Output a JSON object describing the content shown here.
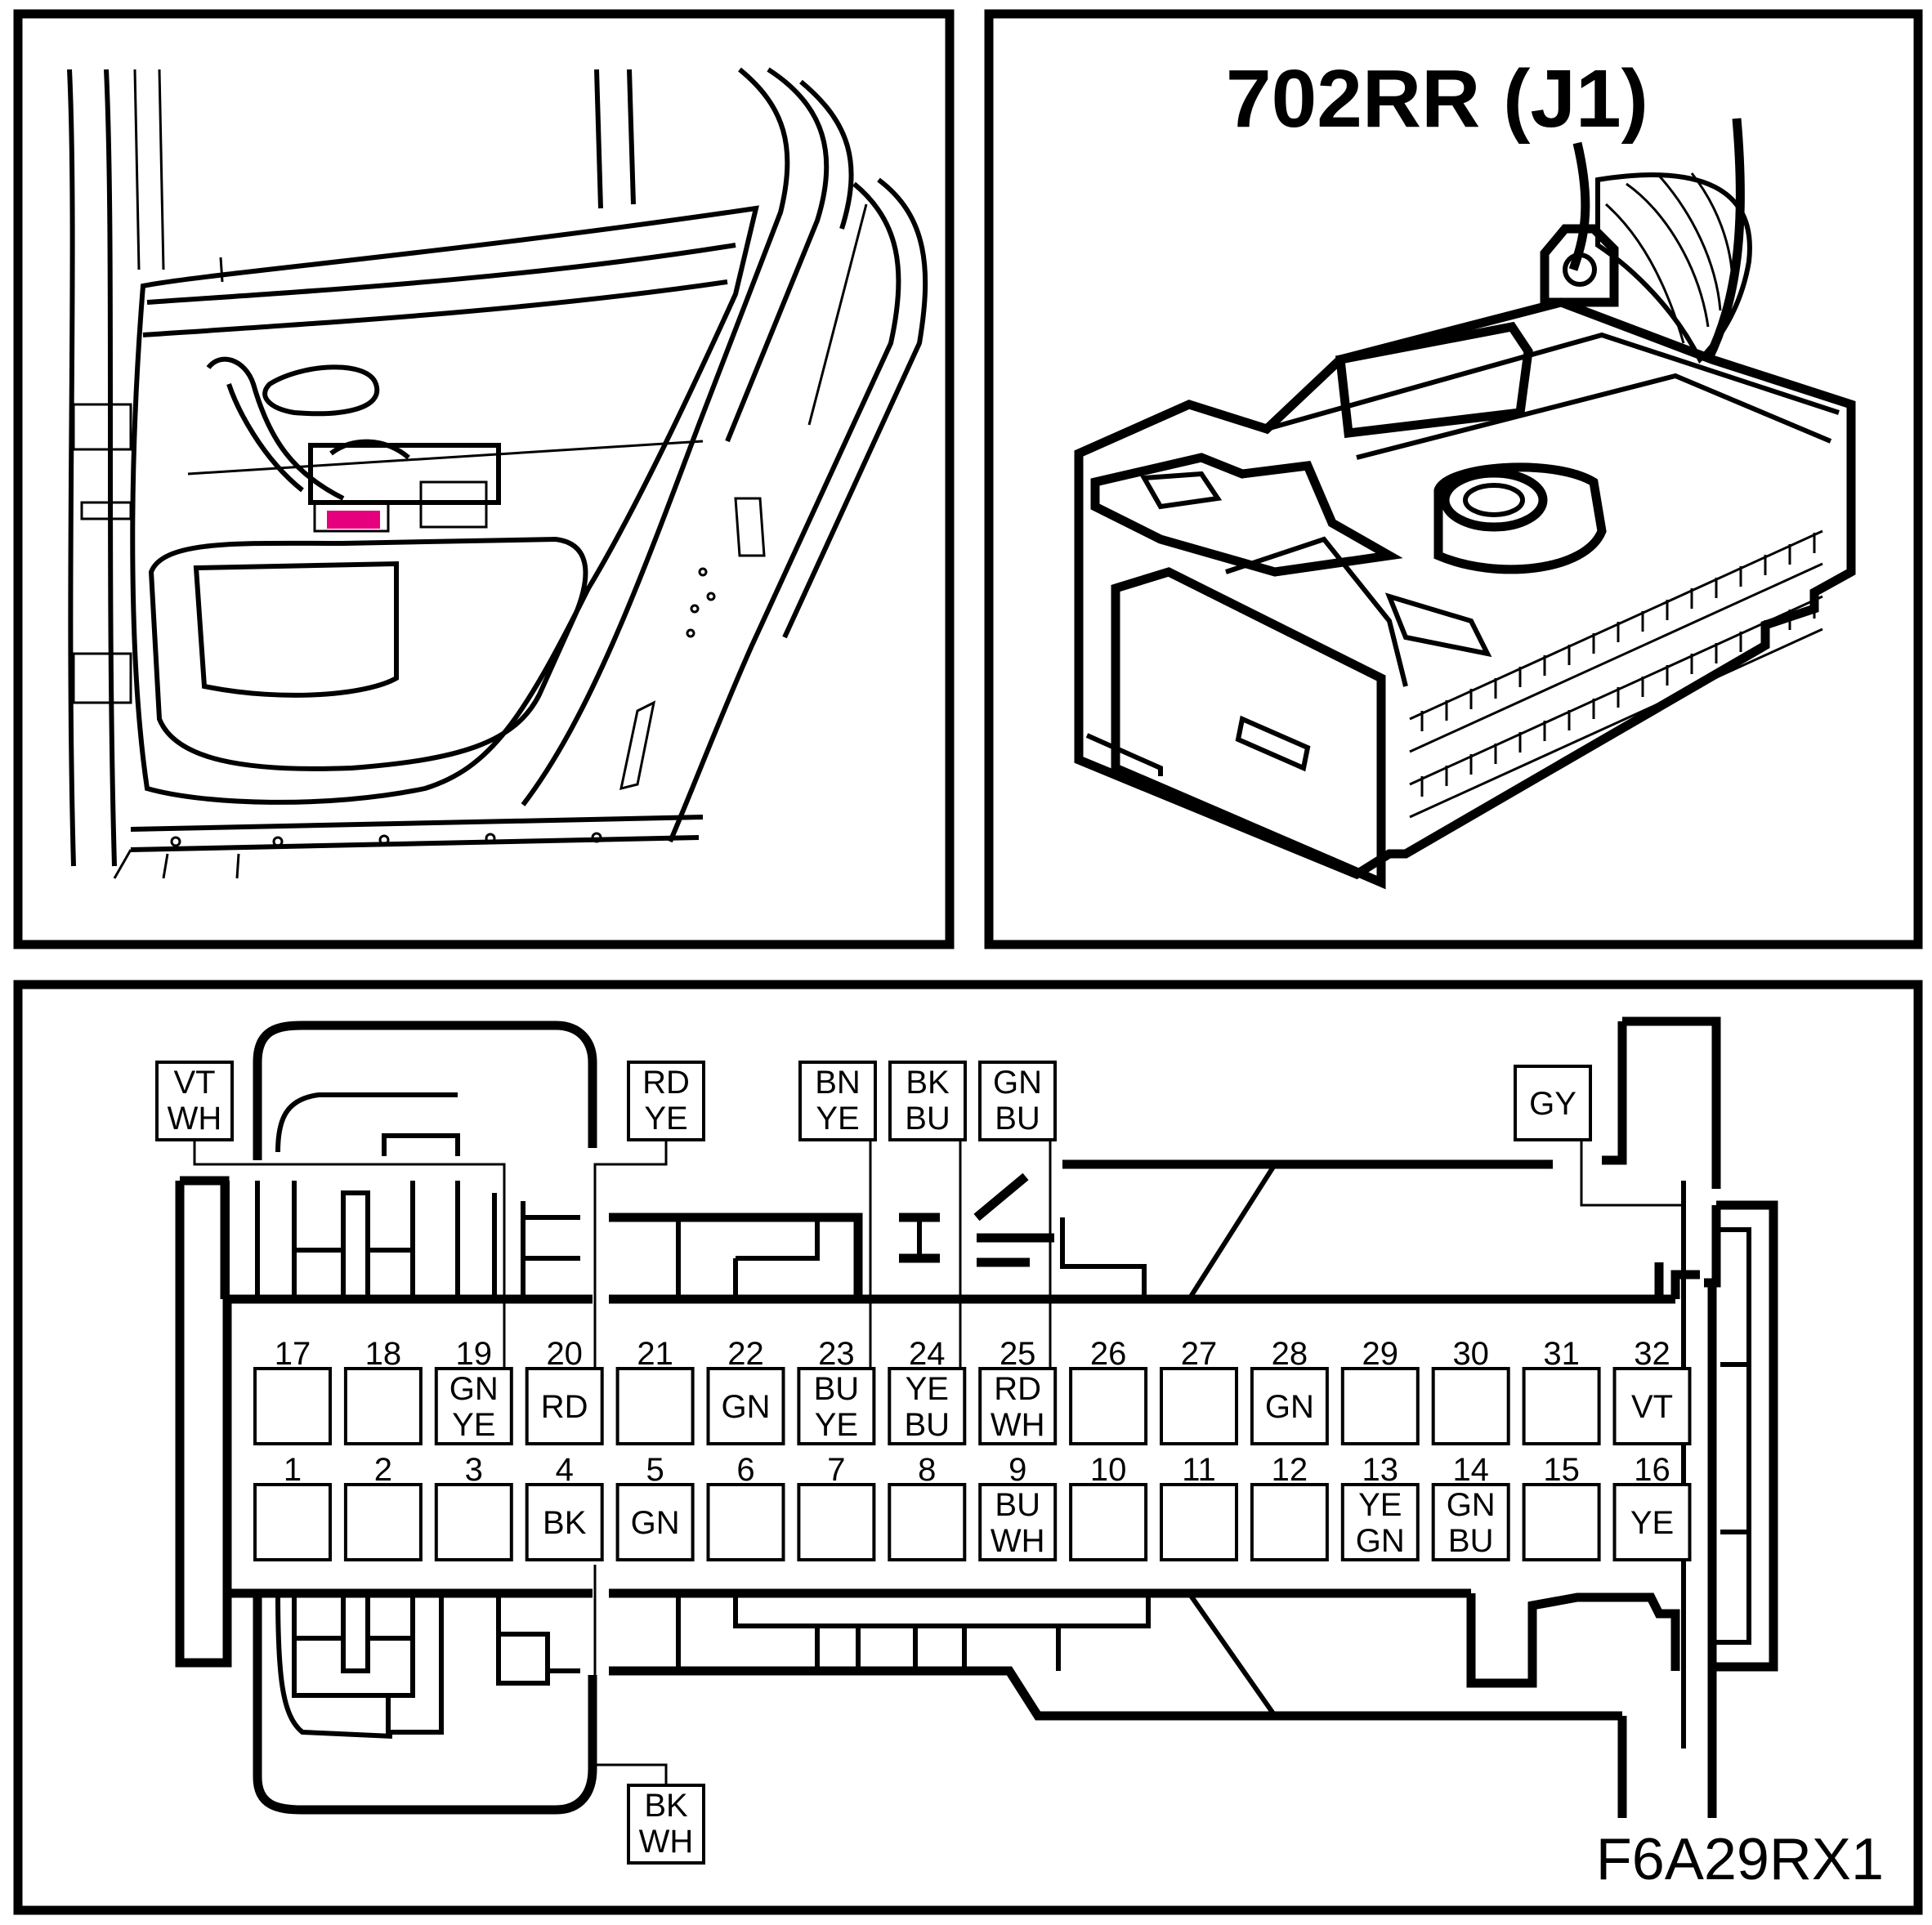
{
  "title": "702RR (J1)",
  "figure_code": "F6A29RX1",
  "highlight_color": "#e6007e",
  "pins_top": [
    {
      "num": "17",
      "wire": []
    },
    {
      "num": "18",
      "wire": []
    },
    {
      "num": "19",
      "wire": [
        "GN",
        "YE"
      ]
    },
    {
      "num": "20",
      "wire": [
        "RD"
      ]
    },
    {
      "num": "21",
      "wire": []
    },
    {
      "num": "22",
      "wire": [
        "GN"
      ]
    },
    {
      "num": "23",
      "wire": [
        "BU",
        "YE"
      ]
    },
    {
      "num": "24",
      "wire": [
        "YE",
        "BU"
      ]
    },
    {
      "num": "25",
      "wire": [
        "RD",
        "WH"
      ]
    },
    {
      "num": "26",
      "wire": []
    },
    {
      "num": "27",
      "wire": []
    },
    {
      "num": "28",
      "wire": [
        "GN"
      ]
    },
    {
      "num": "29",
      "wire": []
    },
    {
      "num": "30",
      "wire": []
    },
    {
      "num": "31",
      "wire": []
    },
    {
      "num": "32",
      "wire": [
        "VT"
      ]
    }
  ],
  "pins_bottom": [
    {
      "num": "1",
      "wire": []
    },
    {
      "num": "2",
      "wire": []
    },
    {
      "num": "3",
      "wire": []
    },
    {
      "num": "4",
      "wire": [
        "BK"
      ]
    },
    {
      "num": "5",
      "wire": [
        "GN"
      ]
    },
    {
      "num": "6",
      "wire": []
    },
    {
      "num": "7",
      "wire": []
    },
    {
      "num": "8",
      "wire": []
    },
    {
      "num": "9",
      "wire": [
        "BU",
        "WH"
      ]
    },
    {
      "num": "10",
      "wire": []
    },
    {
      "num": "11",
      "wire": []
    },
    {
      "num": "12",
      "wire": []
    },
    {
      "num": "13",
      "wire": [
        "YE",
        "GN"
      ]
    },
    {
      "num": "14",
      "wire": [
        "GN",
        "BU"
      ]
    },
    {
      "num": "15",
      "wire": []
    },
    {
      "num": "16",
      "wire": [
        "YE"
      ]
    }
  ],
  "callouts": [
    {
      "id": "vt-wh",
      "lines": [
        "VT",
        "WH"
      ]
    },
    {
      "id": "rd-ye",
      "lines": [
        "RD",
        "YE"
      ]
    },
    {
      "id": "bn-ye",
      "lines": [
        "BN",
        "YE"
      ]
    },
    {
      "id": "bk-bu",
      "lines": [
        "BK",
        "BU"
      ]
    },
    {
      "id": "gn-bu",
      "lines": [
        "GN",
        "BU"
      ]
    },
    {
      "id": "gy",
      "lines": [
        "GY"
      ]
    },
    {
      "id": "bk-wh",
      "lines": [
        "BK",
        "WH"
      ]
    }
  ]
}
